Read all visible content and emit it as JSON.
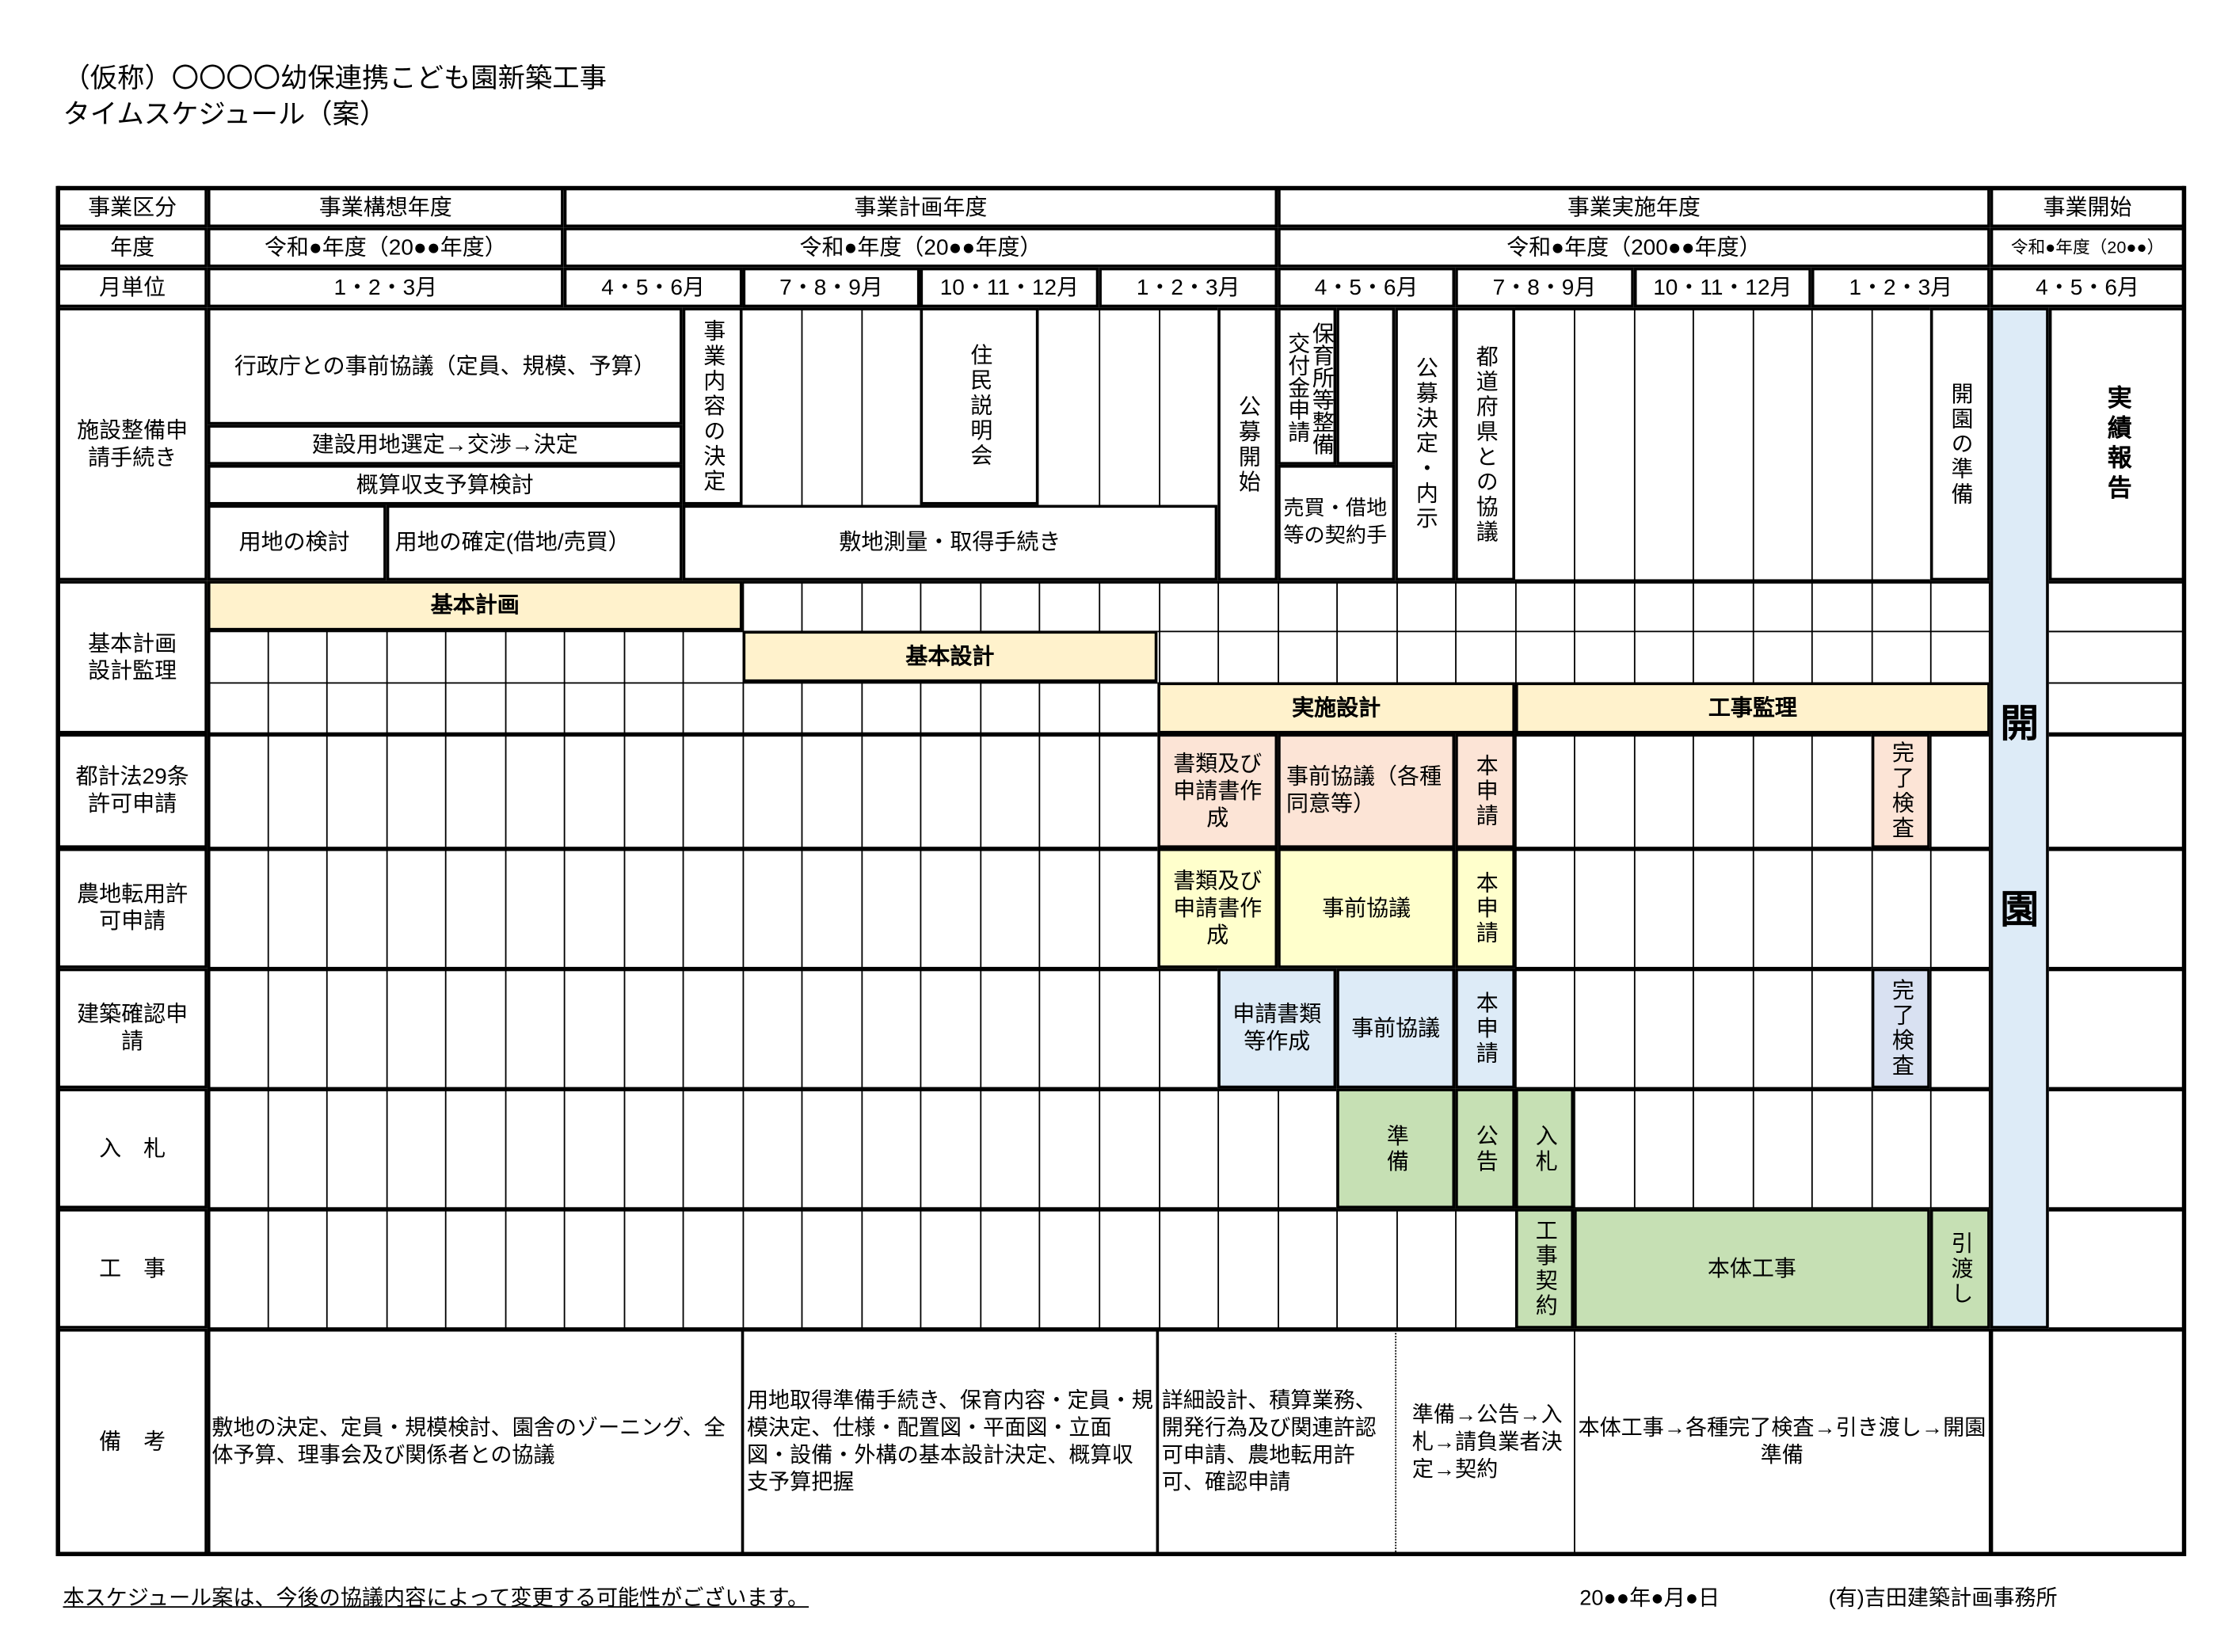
{
  "title": {
    "line1": "（仮称）〇〇〇〇幼保連携こども園新築工事",
    "line2": "タイムスケジュール（案）"
  },
  "header": {
    "row1": {
      "label": "事業区分",
      "phases": [
        "事業構想年度",
        "事業計画年度",
        "事業実施年度",
        "事業開始"
      ]
    },
    "row2": {
      "label": "年度",
      "years": [
        "令和●年度（20●●年度）",
        "令和●年度（20●●年度）",
        "令和●年度（200●●年度）",
        "令和●年度（20●●）"
      ]
    },
    "row3": {
      "label": "月単位",
      "months": [
        "1・2・3月",
        "4・5・6月",
        "7・8・9月",
        "10・11・12月",
        "1・2・3月",
        "4・5・6月",
        "7・8・9月",
        "10・11・12月",
        "1・2・3月",
        "4・5・6月"
      ]
    }
  },
  "rows": {
    "facility": "施設整備申\n請手続き",
    "plan": "基本計画\n設計監理",
    "toshi": "都計法29条\n許可申請",
    "nochi": "農地転用許\n可申請",
    "kenchiku": "建築確認申\n請",
    "bid": "入　札",
    "work": "工　事",
    "notes": "備　考"
  },
  "facility": {
    "consult": "行政庁との事前協議（定員、規模、予算）",
    "site_select": "建設用地選定→交渉→決定",
    "budget": "概算収支予算検討",
    "site_study": "用地の検討",
    "site_confirm": "用地の確定(借地/売買）",
    "business_decision": "事業内容の決定",
    "survey": "敷地測量・取得手続き",
    "resident_briefing": "住民説明会",
    "recruit_start": "公募開始",
    "subsidy": "保育所等整備\n交付金申請",
    "contract": "売買・借地\n等の契約手",
    "recruit_decision": "公募決定・内示",
    "prefecture": "都道府県との協議",
    "opening_prep": "開園の準備",
    "report": "実績報告"
  },
  "plan": {
    "basic_plan": "基本計画",
    "basic_design": "基本設計",
    "detail_design": "実施設計",
    "supervision": "工事監理"
  },
  "toshi": {
    "docs": "書類及び\n申請書作\n成",
    "consult": "事前協議（各種\n同意等）",
    "apply": "本申請",
    "inspect": "完了検査"
  },
  "nochi": {
    "docs": "書類及び\n申請書作\n成",
    "consult": "事前協議",
    "apply": "本申請"
  },
  "kenchiku": {
    "docs": "申請書類\n等作成",
    "consult": "事前協議",
    "apply": "本申請",
    "inspect": "完了検査"
  },
  "bid": {
    "prep": "準備",
    "notice": "公告",
    "bid": "入札"
  },
  "work": {
    "contract": "工事契約",
    "main": "本体工事",
    "handover": "引渡し"
  },
  "opening": {
    "char1": "開",
    "char2": "園"
  },
  "notes": [
    "敷地の決定、定員・規模検討、園舎のゾーニング、全体予算、理事会及び関係者との協議",
    "用地取得準備手続き、保育内容・定員・規模決定、仕様・配置図・平面図・立面図・設備・外構の基本設計決定、概算収支予算把握",
    "詳細設計、積算業務、開発行為及び関連許認可申請、農地転用許可、確認申請",
    "準備→公告→入札→請負業者決定→契約",
    "本体工事→各種完了検査→引き渡し→開園準備"
  ],
  "footer": {
    "disclaimer": "本スケジュール案は、今後の協議内容によって変更する可能性がございます。",
    "date": "20●●年●月●日",
    "company": "(有)吉田建築計画事務所"
  },
  "colors": {
    "plan": "#fff2cc",
    "toshi": "#fce4d6",
    "nochi": "#ffffcc",
    "kenchiku": "#ddebf7",
    "kenchiku_inspect": "#d9e1f2",
    "green": "#c6e0b4",
    "opening": "#ddebf7"
  }
}
